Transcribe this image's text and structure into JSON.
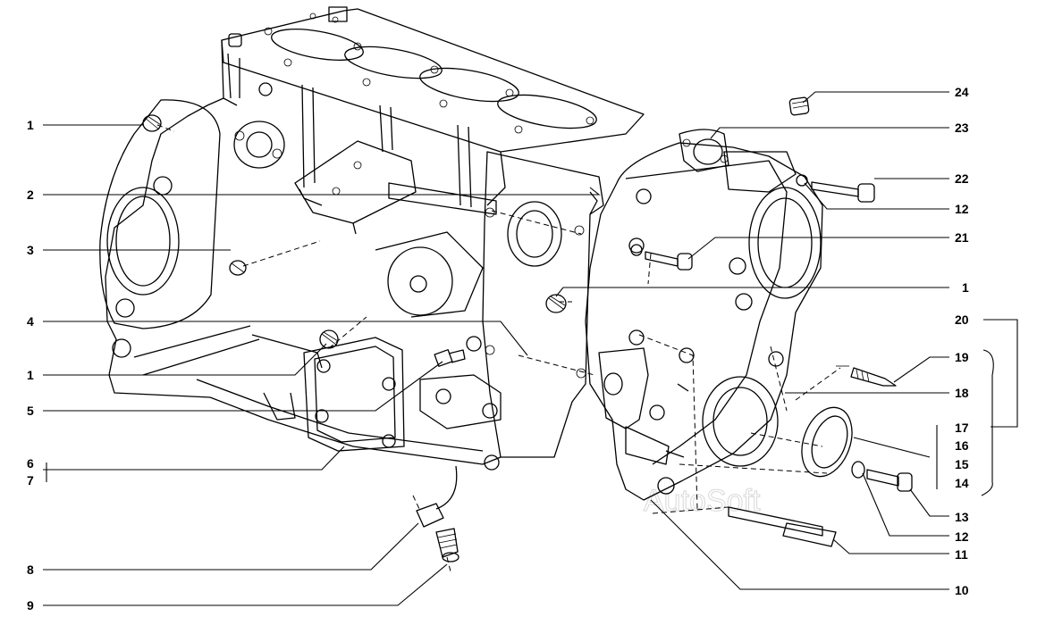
{
  "watermark": "AutoSoft",
  "callouts_left": [
    "1",
    "2",
    "3",
    "4",
    "1",
    "5",
    "6",
    "7",
    "8",
    "9"
  ],
  "callouts_right": [
    "24",
    "23",
    "22",
    "12",
    "21",
    "1",
    "20",
    "19",
    "18",
    "17",
    "16",
    "15",
    "14",
    "13",
    "12",
    "11",
    "10"
  ]
}
